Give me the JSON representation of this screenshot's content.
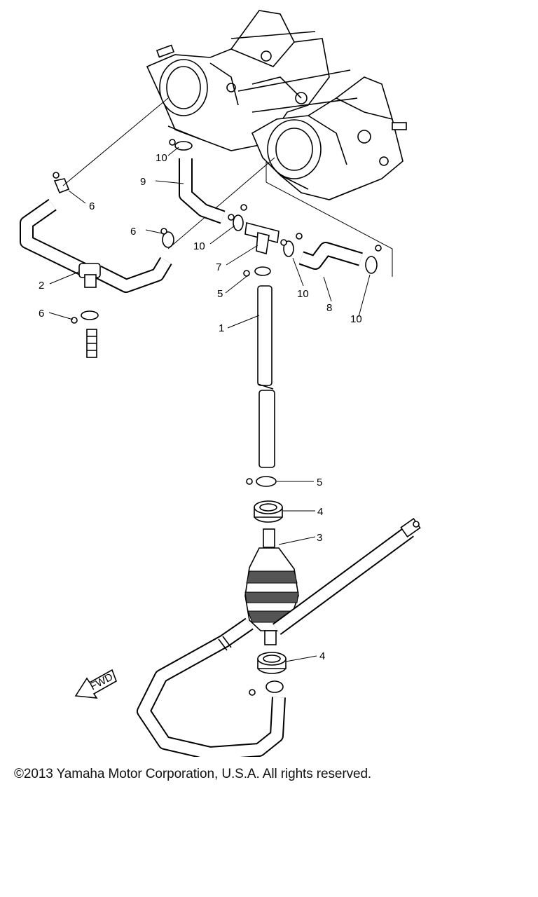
{
  "diagram": {
    "labels": [
      {
        "id": "label-1",
        "text": "1"
      },
      {
        "id": "label-2",
        "text": "2"
      },
      {
        "id": "label-3",
        "text": "3"
      },
      {
        "id": "label-4a",
        "text": "4"
      },
      {
        "id": "label-4b",
        "text": "4"
      },
      {
        "id": "label-5a",
        "text": "5"
      },
      {
        "id": "label-5b",
        "text": "5"
      },
      {
        "id": "label-6a",
        "text": "6"
      },
      {
        "id": "label-6b",
        "text": "6"
      },
      {
        "id": "label-6c",
        "text": "6"
      },
      {
        "id": "label-7",
        "text": "7"
      },
      {
        "id": "label-8",
        "text": "8"
      },
      {
        "id": "label-9",
        "text": "9"
      },
      {
        "id": "label-10a",
        "text": "10"
      },
      {
        "id": "label-10b",
        "text": "10"
      },
      {
        "id": "label-10c",
        "text": "10"
      },
      {
        "id": "label-10d",
        "text": "10"
      }
    ],
    "fwd_mark": "FWD"
  },
  "footer": {
    "copyright": "©2013 Yamaha Motor Corporation, U.S.A. All rights reserved."
  }
}
